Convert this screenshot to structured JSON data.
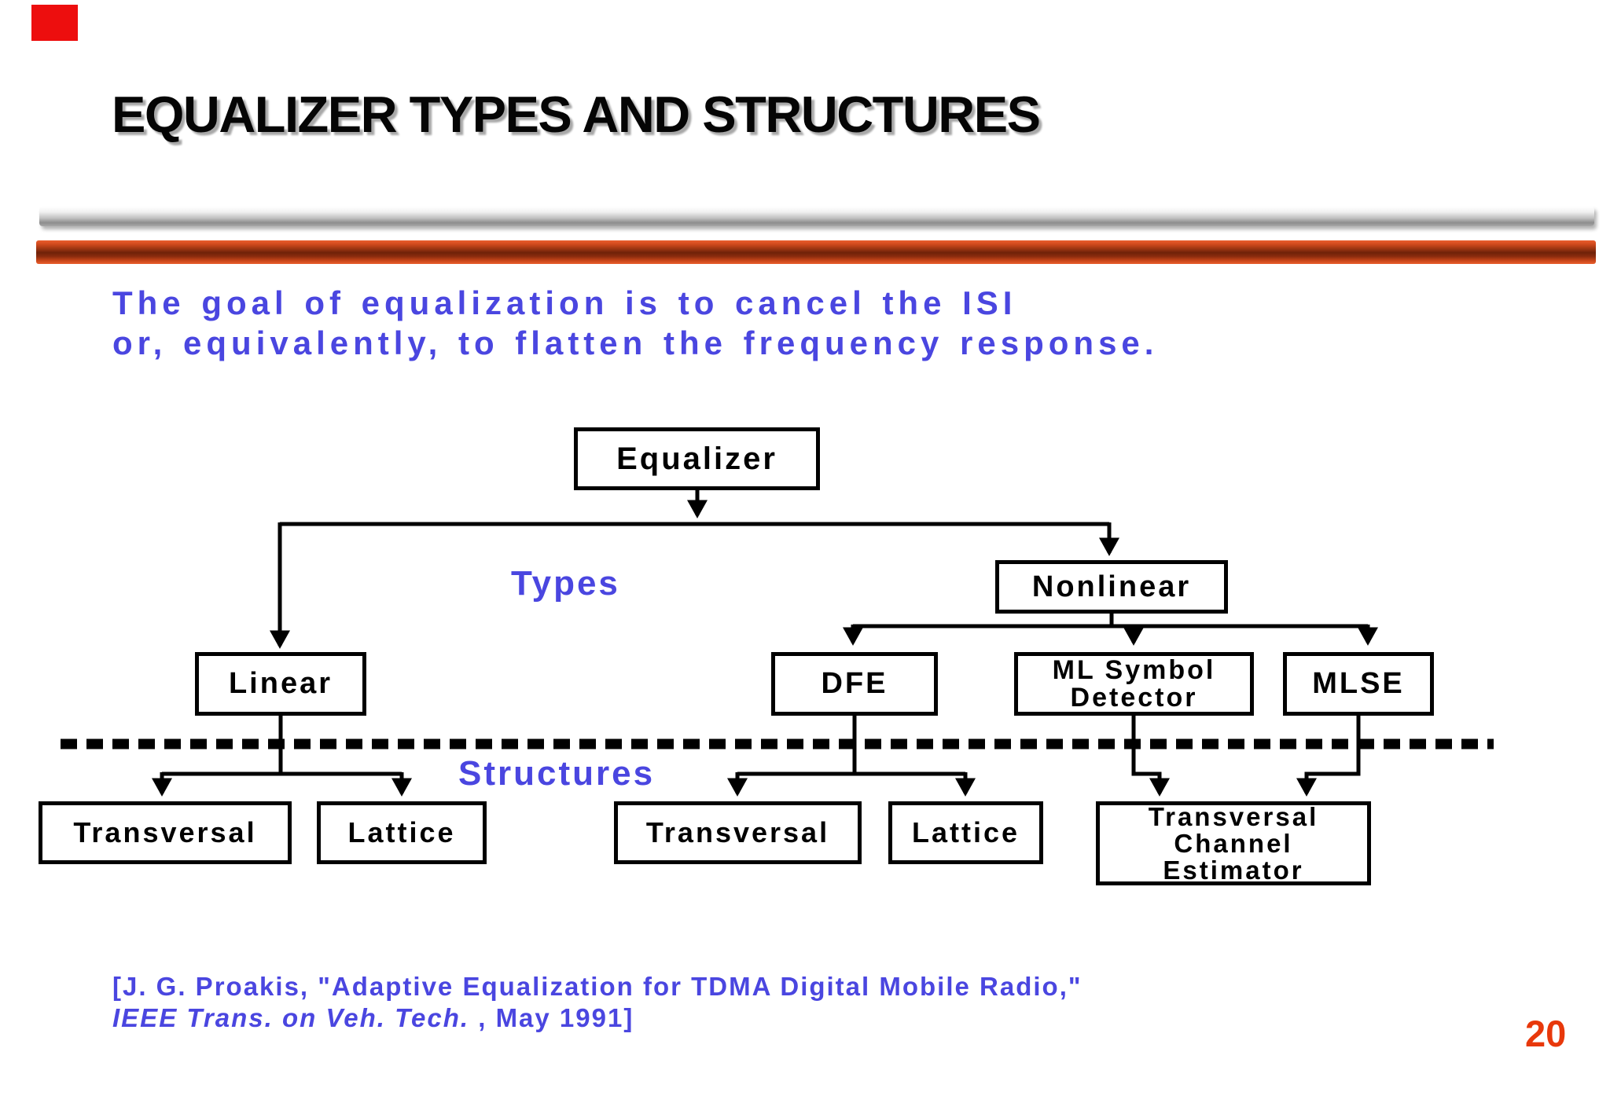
{
  "slide": {
    "title": "EQUALIZER TYPES AND STRUCTURES",
    "page_number": "20",
    "goal": {
      "line1": "The goal of equalization is to cancel the ISI",
      "line2": "or, equivalently, to flatten the frequency response."
    },
    "citation": {
      "line1": "[J. G. Proakis, \"Adaptive Equalization for TDMA Digital Mobile Radio,\"",
      "journal_italic": "IEEE Trans. on Veh. Tech.",
      "tail": " , May 1991]"
    },
    "colors": {
      "accent_blue": "#4A46E0",
      "page_number_red": "#E8380B",
      "bar_red": "#C24418",
      "bar_gray": "#A8A8A8",
      "corner_red": "#ED0E0E",
      "diagram_black": "#000000"
    }
  },
  "diagram": {
    "section_labels": {
      "types": "Types",
      "structures": "Structures"
    },
    "boxes": {
      "equalizer": [
        "Equalizer"
      ],
      "linear": [
        "Linear"
      ],
      "nonlinear": [
        "Nonlinear"
      ],
      "dfe": [
        "DFE"
      ],
      "ml_symbol_detector": [
        "ML Symbol",
        "Detector"
      ],
      "mlse": [
        "MLSE"
      ],
      "linear_transversal": [
        "Transversal"
      ],
      "linear_lattice": [
        "Lattice"
      ],
      "dfe_transversal": [
        "Transversal"
      ],
      "dfe_lattice": [
        "Lattice"
      ],
      "transversal_channel_estimator": [
        "Transversal",
        "Channel",
        "Estimator"
      ]
    },
    "edges": [
      [
        "Equalizer",
        "Linear"
      ],
      [
        "Equalizer",
        "Nonlinear"
      ],
      [
        "Nonlinear",
        "DFE"
      ],
      [
        "Nonlinear",
        "ML Symbol Detector"
      ],
      [
        "Nonlinear",
        "MLSE"
      ],
      [
        "Linear",
        "Transversal"
      ],
      [
        "Linear",
        "Lattice"
      ],
      [
        "DFE",
        "Transversal"
      ],
      [
        "DFE",
        "Lattice"
      ],
      [
        "ML Symbol Detector",
        "Transversal Channel Estimator"
      ],
      [
        "MLSE",
        "Transversal Channel Estimator"
      ]
    ]
  }
}
